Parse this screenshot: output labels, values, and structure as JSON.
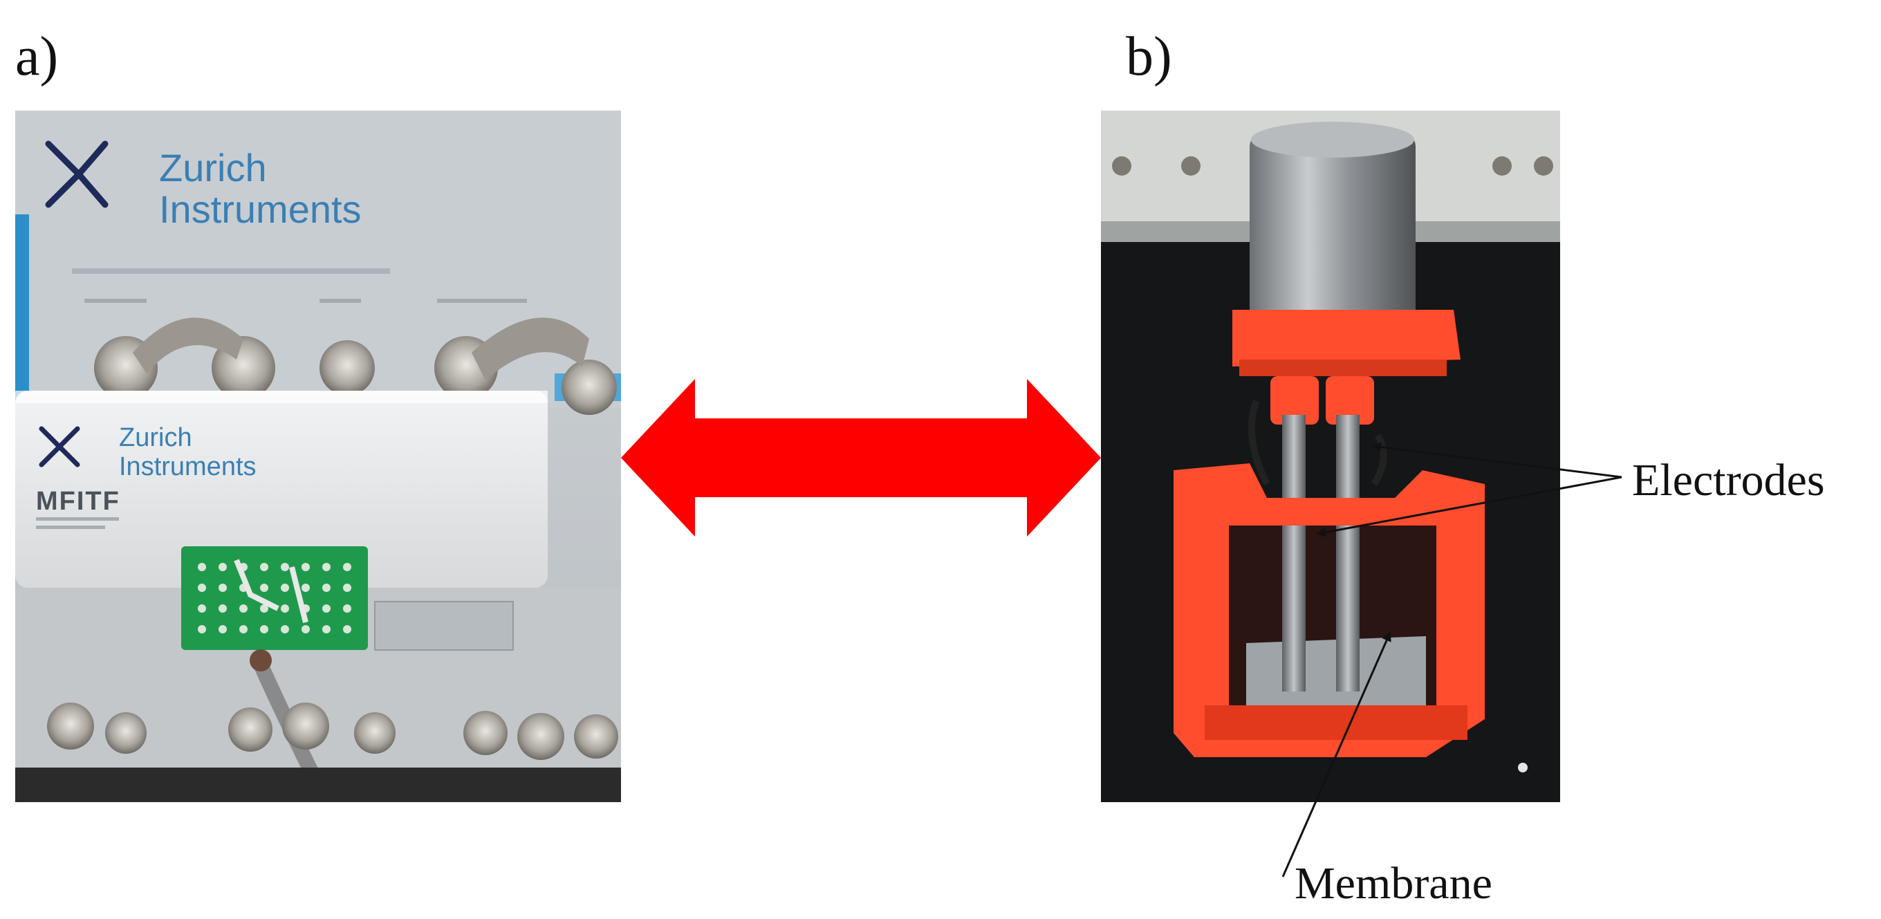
{
  "panels": [
    {
      "label": "a)"
    },
    {
      "label": "b)"
    }
  ],
  "device": {
    "brand_line1": "Zurich",
    "brand_line2": "Instruments",
    "box_line1": "Zurich",
    "box_line2": "Instruments",
    "model": "MFITF"
  },
  "annotations": {
    "electrodes": "Electrodes",
    "membrane": "Membrane"
  },
  "colors": {
    "arrow": "#ff0000",
    "holder": "#ff4d2e",
    "brand_blue": "#3a7fb5"
  },
  "icons": {
    "arrow": "double-headed-arrow-icon",
    "logo": "zurich-instruments-logo-icon"
  }
}
